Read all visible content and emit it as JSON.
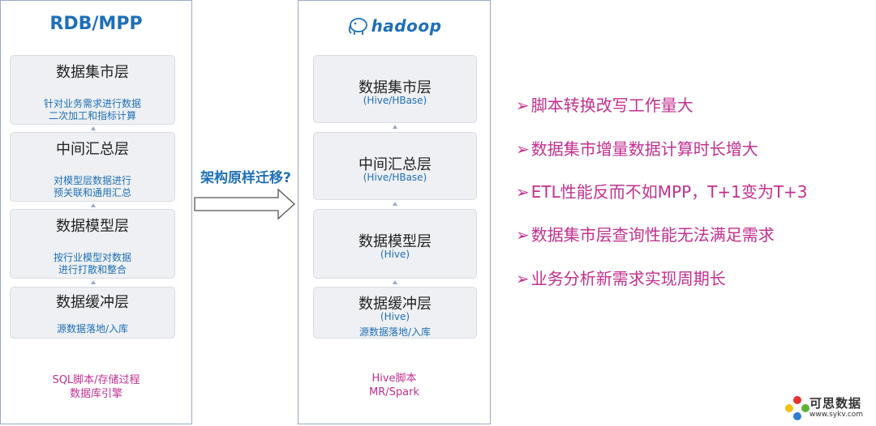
{
  "left": {
    "title": "RDB/MPP",
    "layers": [
      {
        "name": "数据集市层",
        "desc": [
          "针对业务需求进行数据",
          "二次加工和指标计算"
        ]
      },
      {
        "name": "中间汇总层",
        "desc": [
          "对模型层数据进行",
          "预关联和通用汇总"
        ]
      },
      {
        "name": "数据模型层",
        "desc": [
          "按行业模型对数据",
          "进行打散和整合"
        ]
      },
      {
        "name": "数据缓冲层",
        "desc": [
          "源数据落地/入库"
        ]
      }
    ],
    "note": [
      "SQL脚本/存储过程",
      "数据库引擎"
    ]
  },
  "right": {
    "logo_text": "hadoop",
    "logo_icon": "elephant-icon",
    "layers": [
      {
        "name": "数据集市层",
        "sub": "(Hive/HBase)"
      },
      {
        "name": "中间汇总层",
        "sub": "(Hive/HBase)"
      },
      {
        "name": "数据模型层",
        "sub": "(Hive)"
      },
      {
        "name": "数据缓冲层",
        "sub": "(Hive)",
        "desc": "源数据落地/入库"
      }
    ],
    "note": [
      "Hive脚本",
      "MR/Spark"
    ]
  },
  "migration_label": "架构原样迁移?",
  "bullet_marker": "➢",
  "bullets": [
    "脚本转换改写工作量大",
    "数据集市增量数据计算时长增大",
    "ETL性能反而不如MPP，T+1变为T+3",
    "数据集市层查询性能无法满足需求",
    "业务分析新需求实现周期长"
  ],
  "watermark": {
    "name": "可思数据",
    "url": "www.sykv.com"
  },
  "colors": {
    "blue": "#1f6fb6",
    "magenta": "#c2308f",
    "layer_bg": "#eef0f3",
    "border": "#9aa9c6"
  }
}
